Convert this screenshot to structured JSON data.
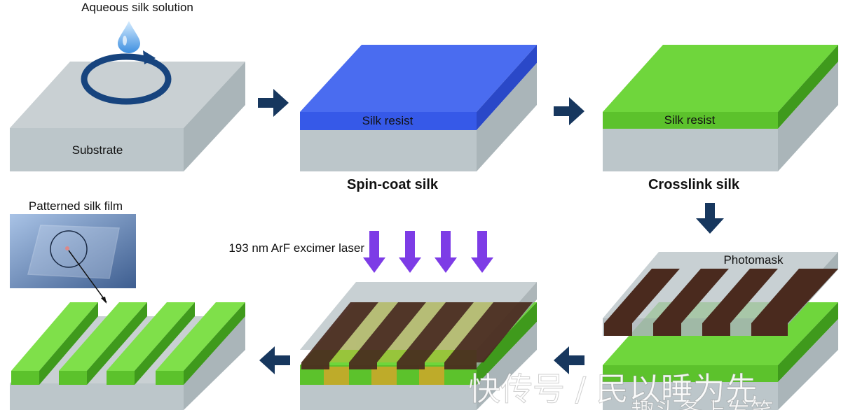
{
  "labels": {
    "aqueous": "Aqueous silk solution",
    "substrate": "Substrate",
    "silk_resist_blue": "Silk resist",
    "silk_resist_green": "Silk resist",
    "spin_coat": "Spin-coat silk",
    "crosslink": "Crosslink silk",
    "photomask": "Photomask",
    "laser": "193 nm ArF excimer laser",
    "patterned": "Patterned silk film"
  },
  "watermark": {
    "line1": "快传号 / 民以睡为先",
    "line2": "趣头条上发笑"
  },
  "colors": {
    "substrate_top": "#c9d0d3",
    "substrate_front": "#b7c2c6",
    "blue_resist": "#4a6cf0",
    "green_resist": "#6fd63c",
    "arrow": "#17375e",
    "laser_arrow": "#7d3ce6",
    "mask_strip": "#4a2a1e"
  },
  "icons": [
    "water-drop-icon",
    "spin-arrow-icon",
    "process-arrow-icon",
    "laser-arrow-icon"
  ]
}
